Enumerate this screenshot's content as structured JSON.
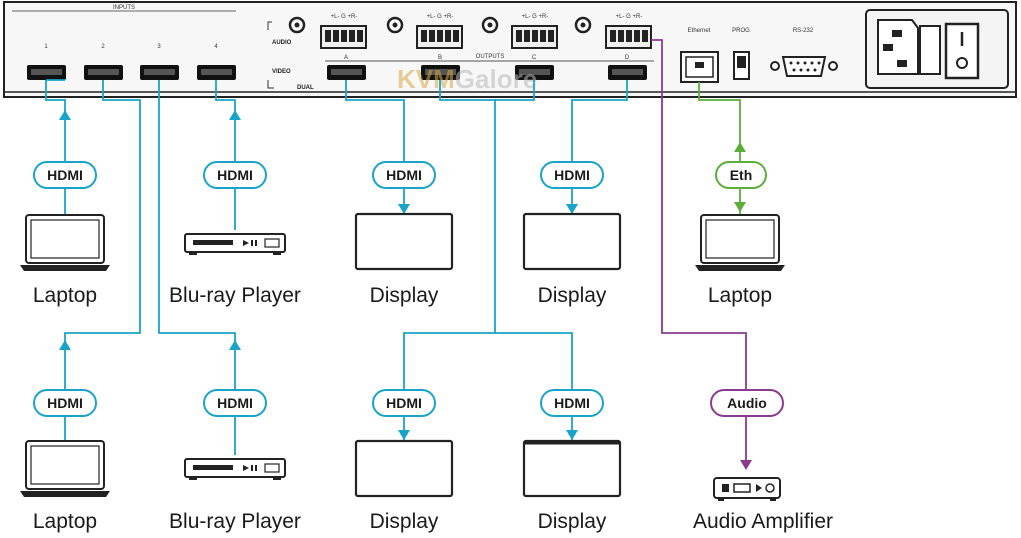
{
  "panel": {
    "inputs_header": "INPUTS",
    "input_numbers": [
      "1",
      "2",
      "3",
      "4"
    ],
    "audio_label": "AUDIO",
    "video_label": "VIDEO",
    "dual_label": "DUAL",
    "output_letters": [
      "A",
      "B",
      "C",
      "D"
    ],
    "outputs_header": "OUTPUTS",
    "terminal_label": "+L- G +R-",
    "ethernet_label": "Ethernet",
    "prog_label": "PROG",
    "rs232_label": "RS-232"
  },
  "watermark": {
    "brand_a": "KVM",
    "brand_b": "Galore"
  },
  "cables": {
    "hdmi": "HDMI",
    "eth": "Eth",
    "audio": "Audio",
    "colors": {
      "hdmi": "#1aa3c8",
      "eth": "#5cad3c",
      "audio": "#8a3b8f"
    }
  },
  "devices": {
    "top": [
      "Laptop",
      "Blu-ray Player",
      "Display",
      "Display",
      "Laptop"
    ],
    "bottom": [
      "Laptop",
      "Blu-ray Player",
      "Display",
      "Display",
      "Audio Amplifier"
    ]
  }
}
